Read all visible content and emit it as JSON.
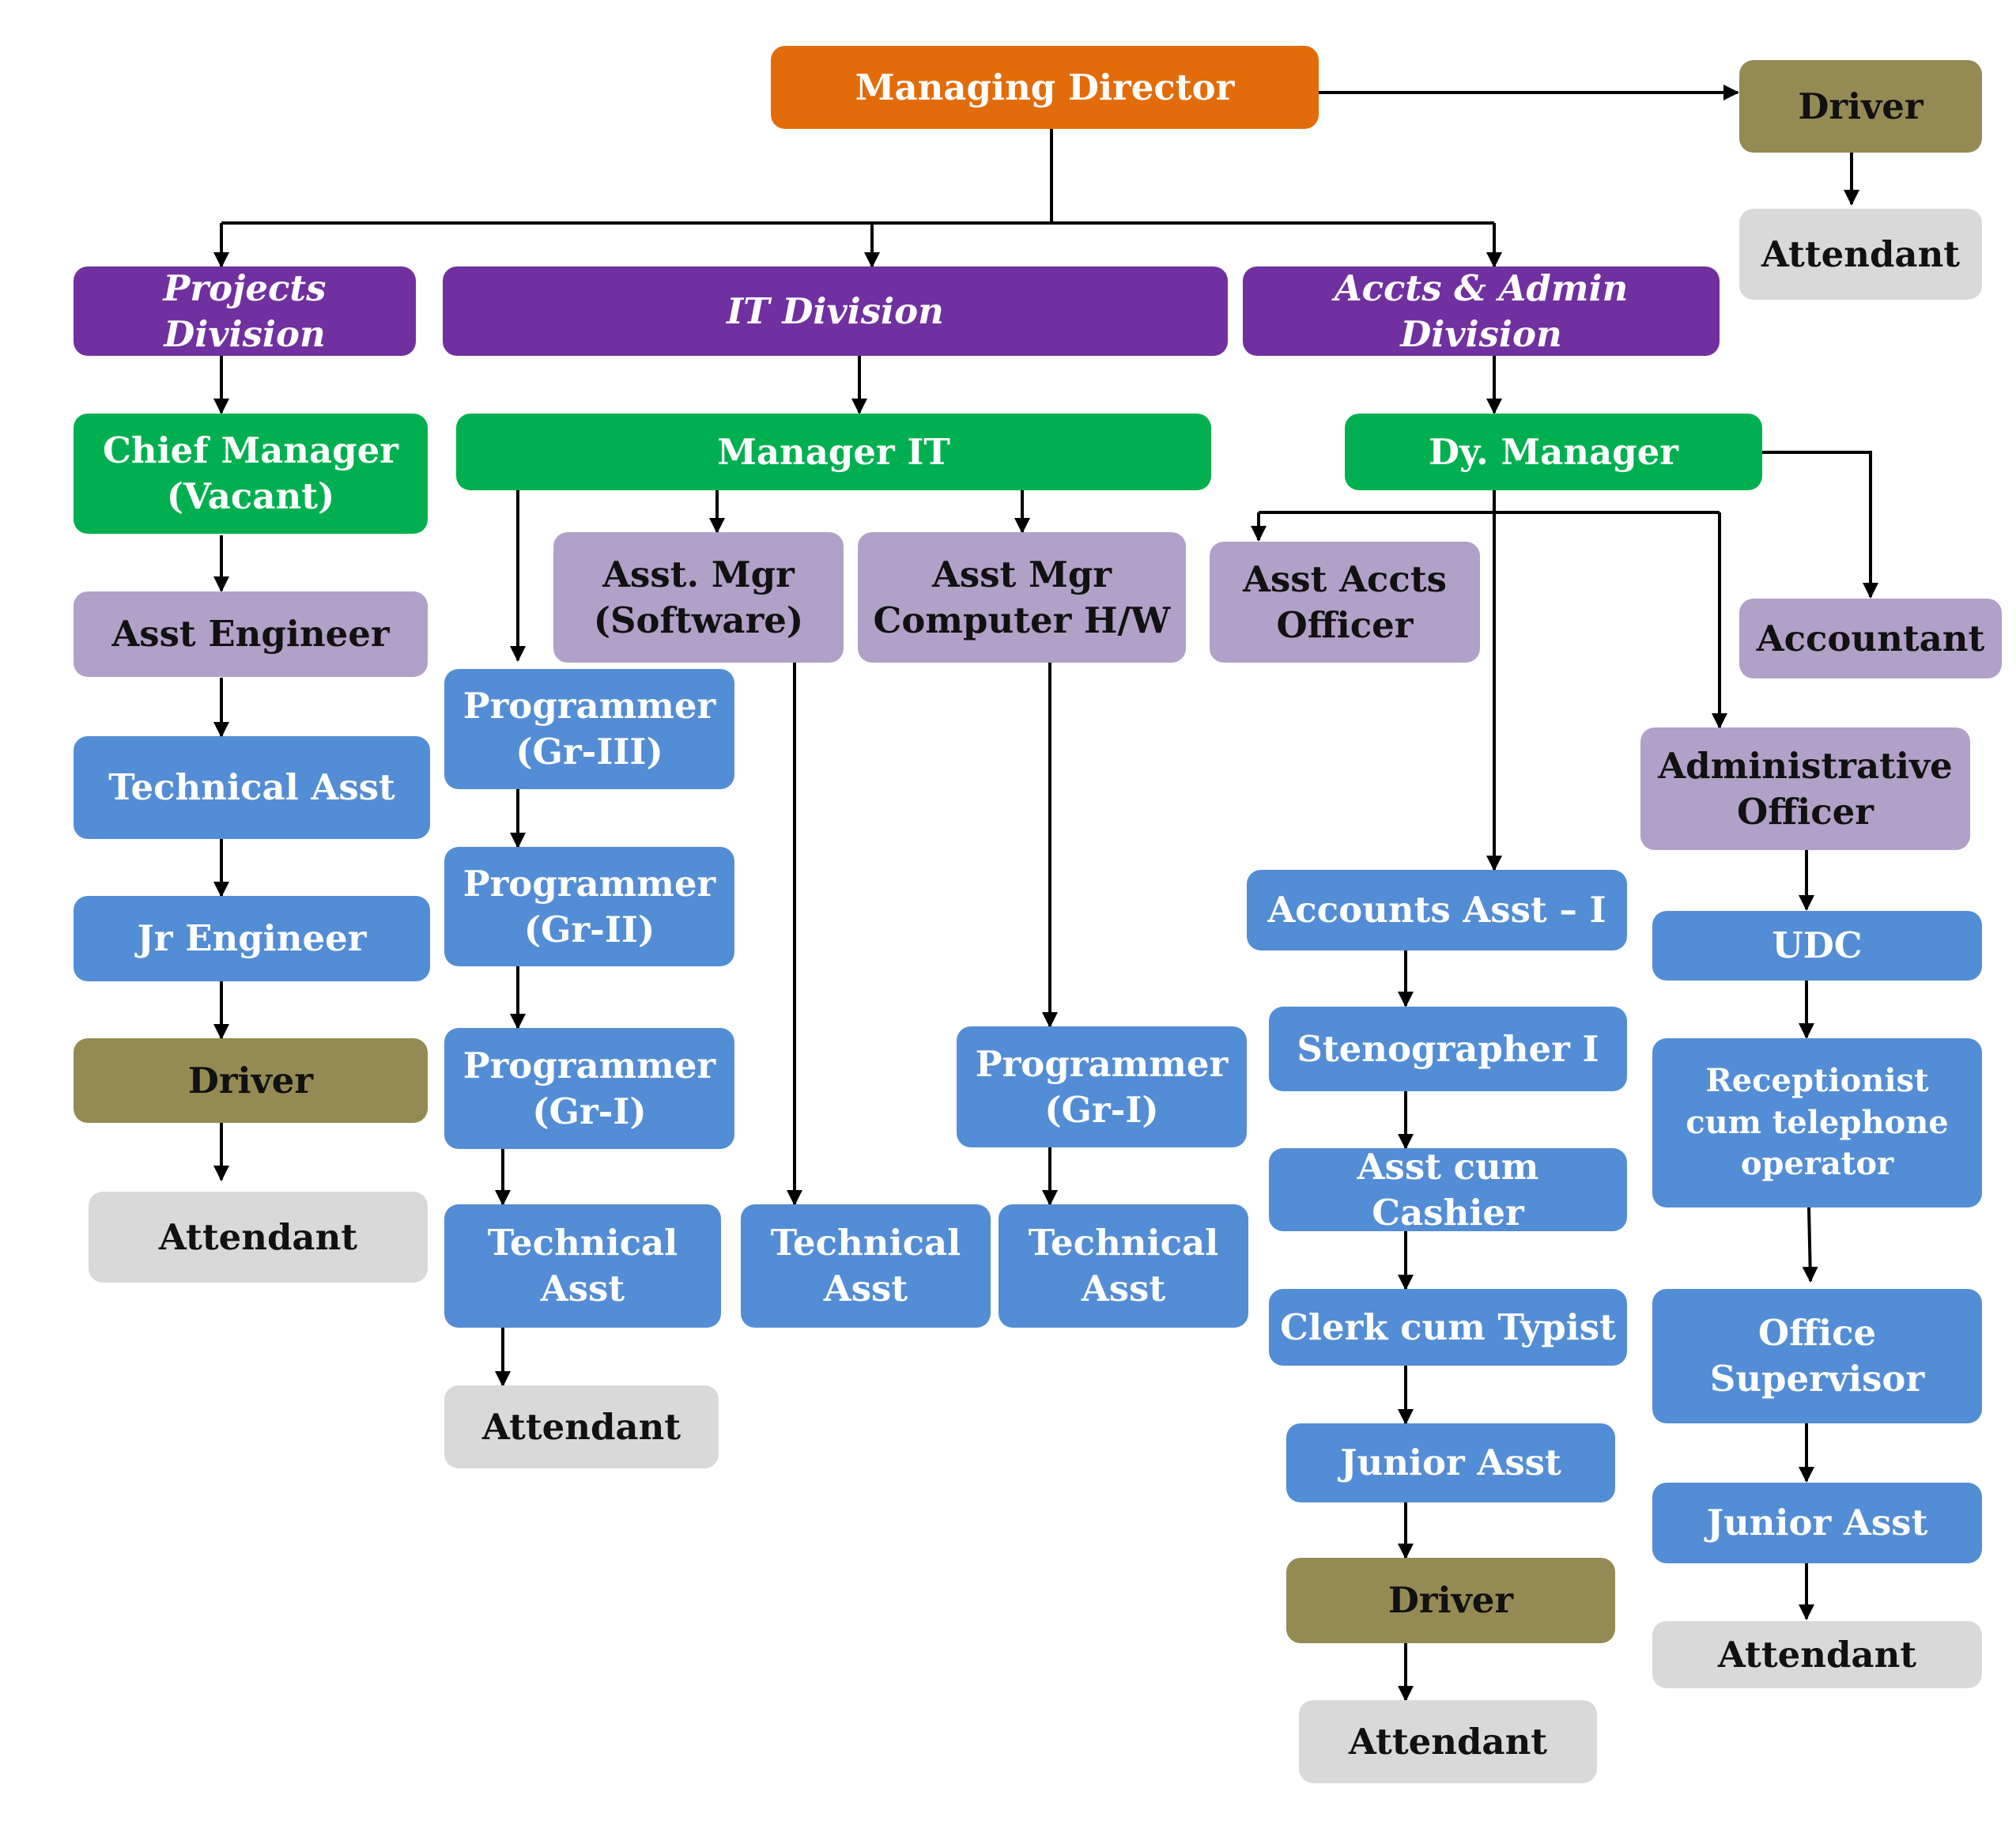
{
  "chart": {
    "managing_director": "Managing Director",
    "md_driver": "Driver",
    "md_attendant": "Attendant",
    "projects": {
      "division": "Projects Division",
      "chief_manager": "Chief Manager\n(Vacant)",
      "asst_engineer": "Asst Engineer",
      "technical_asst": "Technical Asst",
      "jr_engineer": "Jr Engineer",
      "driver": "Driver",
      "attendant": "Attendant"
    },
    "it": {
      "division": "IT Division",
      "manager": "Manager IT",
      "asst_mgr_software": "Asst. Mgr\n(Software)",
      "asst_mgr_hw": "Asst Mgr\nComputer H/W",
      "programmer_gr3": "Programmer\n(Gr-III)",
      "programmer_gr2": "Programmer\n(Gr-II)",
      "programmer_gr1": "Programmer\n(Gr-I)",
      "technical_asst_1": "Technical\nAsst",
      "attendant": "Attendant",
      "technical_asst_2": "Technical\nAsst",
      "programmer_gr1_hw": "Programmer\n(Gr-I)",
      "technical_asst_3": "Technical\nAsst"
    },
    "accts_admin": {
      "division": "Accts & Admin Division",
      "dy_manager": "Dy. Manager",
      "asst_accts_officer": "Asst Accts\nOfficer",
      "accountant": "Accountant",
      "administrative_officer": "Administrative\nOfficer",
      "accounts_asst": "Accounts Asst – I",
      "stenographer": "Stenographer I",
      "asst_cashier": "Asst cum Cashier",
      "clerk_typist": "Clerk cum Typist",
      "junior_asst": "Junior Asst",
      "driver": "Driver",
      "attendant": "Attendant",
      "udc": "UDC",
      "receptionist": "Receptionist\ncum telephone\noperator",
      "office_supervisor": "Office\nSupervisor",
      "junior_asst_admin": "Junior Asst",
      "attendant_admin": "Attendant"
    }
  },
  "colors": {
    "top": "#E36C0A",
    "division": "#7030A0",
    "manager": "#00B050",
    "officer": "#B1A0C7",
    "staff": "#538DD5",
    "driver": "#948A54",
    "attendant": "#D9D9D9",
    "connector": "#000000"
  }
}
